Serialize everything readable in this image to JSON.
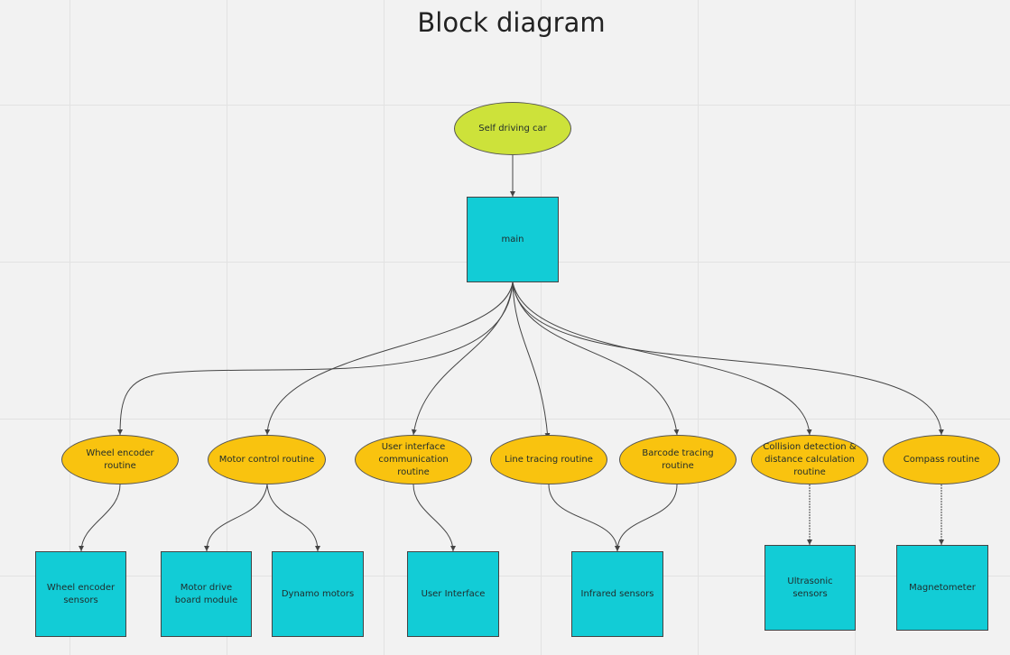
{
  "title": "Block diagram",
  "nodes": {
    "root": "Self driving car",
    "main": "main",
    "wheel_encoder_routine": "Wheel encoder routine",
    "motor_control_routine": "Motor control routine",
    "ui_comm_routine": "User interface communication routine",
    "line_tracing_routine": "Line tracing routine",
    "barcode_tracing_routine": "Barcode tracing routine",
    "collision_routine": "Collision detection & distance calculation routine",
    "compass_routine": "Compass routine",
    "wheel_encoder_sensors": "Wheel encoder sensors",
    "motor_drive_board": "Motor drive board module",
    "dynamo_motors": "Dynamo motors",
    "user_interface": "User Interface",
    "infrared_sensors": "Infrared sensors",
    "ultrasonic_sensors": "Ultrasonic sensors",
    "magnetometer": "Magnetometer"
  },
  "edges": [
    [
      "root",
      "main"
    ],
    [
      "main",
      "wheel_encoder_routine"
    ],
    [
      "main",
      "motor_control_routine"
    ],
    [
      "main",
      "ui_comm_routine"
    ],
    [
      "main",
      "line_tracing_routine"
    ],
    [
      "main",
      "barcode_tracing_routine"
    ],
    [
      "main",
      "collision_routine"
    ],
    [
      "main",
      "compass_routine"
    ],
    [
      "wheel_encoder_routine",
      "wheel_encoder_sensors"
    ],
    [
      "motor_control_routine",
      "motor_drive_board"
    ],
    [
      "motor_control_routine",
      "dynamo_motors"
    ],
    [
      "ui_comm_routine",
      "user_interface"
    ],
    [
      "line_tracing_routine",
      "infrared_sensors"
    ],
    [
      "barcode_tracing_routine",
      "infrared_sensors"
    ],
    [
      "collision_routine",
      "ultrasonic_sensors"
    ],
    [
      "compass_routine",
      "magnetometer"
    ]
  ],
  "colors": {
    "root": "#cde23a",
    "routine": "#f9c30f",
    "box": "#12ccd6",
    "line": "#444444"
  }
}
